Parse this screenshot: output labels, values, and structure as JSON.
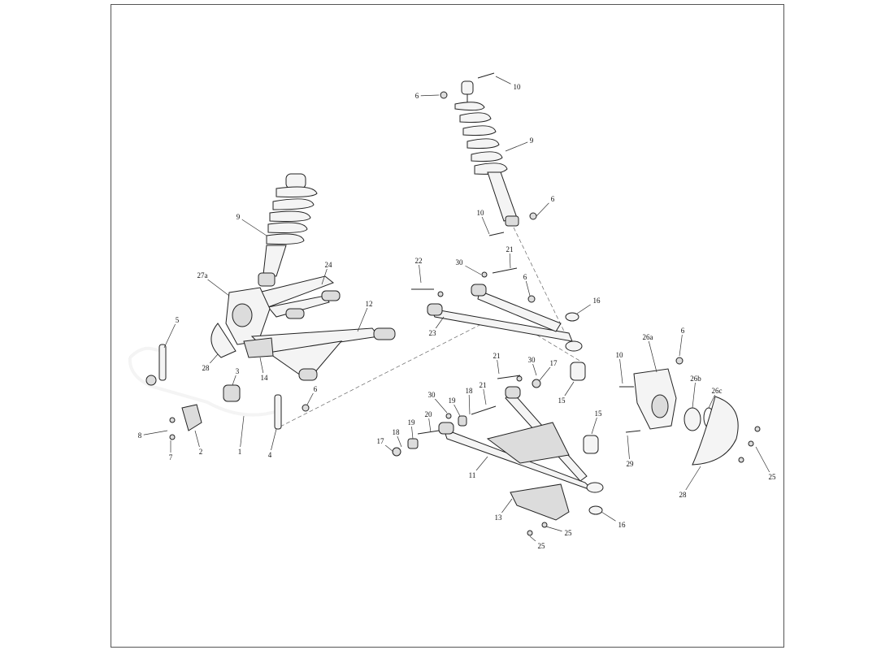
{
  "callouts": [
    {
      "id": "c-10-top",
      "text": "10"
    },
    {
      "id": "c-6-top",
      "text": "6"
    },
    {
      "id": "c-9-right",
      "text": "9"
    },
    {
      "id": "c-6-shock",
      "text": "6"
    },
    {
      "id": "c-10-shock",
      "text": "10"
    },
    {
      "id": "c-22",
      "text": "22"
    },
    {
      "id": "c-30-a",
      "text": "30"
    },
    {
      "id": "c-21-a",
      "text": "21"
    },
    {
      "id": "c-6-arm",
      "text": "6"
    },
    {
      "id": "c-16-top",
      "text": "16"
    },
    {
      "id": "c-23",
      "text": "23"
    },
    {
      "id": "c-9-left",
      "text": "9"
    },
    {
      "id": "c-24",
      "text": "24"
    },
    {
      "id": "c-27a",
      "text": "27a"
    },
    {
      "id": "c-12",
      "text": "12"
    },
    {
      "id": "c-5",
      "text": "5"
    },
    {
      "id": "c-28-left",
      "text": "28"
    },
    {
      "id": "c-14",
      "text": "14"
    },
    {
      "id": "c-3",
      "text": "3"
    },
    {
      "id": "c-6-left",
      "text": "6"
    },
    {
      "id": "c-8",
      "text": "8"
    },
    {
      "id": "c-7",
      "text": "7"
    },
    {
      "id": "c-2",
      "text": "2"
    },
    {
      "id": "c-1",
      "text": "1"
    },
    {
      "id": "c-4",
      "text": "4"
    },
    {
      "id": "c-21-b",
      "text": "21"
    },
    {
      "id": "c-30-b",
      "text": "30"
    },
    {
      "id": "c-17-a",
      "text": "17"
    },
    {
      "id": "c-21-c",
      "text": "21"
    },
    {
      "id": "c-15-a",
      "text": "15"
    },
    {
      "id": "c-30-c",
      "text": "30"
    },
    {
      "id": "c-19-a",
      "text": "19"
    },
    {
      "id": "c-18-a",
      "text": "18"
    },
    {
      "id": "c-20",
      "text": "20"
    },
    {
      "id": "c-19-b",
      "text": "19"
    },
    {
      "id": "c-18-b",
      "text": "18"
    },
    {
      "id": "c-17-b",
      "text": "17"
    },
    {
      "id": "c-15-b",
      "text": "15"
    },
    {
      "id": "c-11",
      "text": "11"
    },
    {
      "id": "c-13",
      "text": "13"
    },
    {
      "id": "c-25-a",
      "text": "25"
    },
    {
      "id": "c-25-b",
      "text": "25"
    },
    {
      "id": "c-16-bottom",
      "text": "16"
    },
    {
      "id": "c-26a",
      "text": "26a"
    },
    {
      "id": "c-6-knuckle",
      "text": "6"
    },
    {
      "id": "c-10-knuckle",
      "text": "10"
    },
    {
      "id": "c-26b",
      "text": "26b"
    },
    {
      "id": "c-26c",
      "text": "26c"
    },
    {
      "id": "c-29",
      "text": "29"
    },
    {
      "id": "c-25-c",
      "text": "25"
    },
    {
      "id": "c-28-right",
      "text": "28"
    }
  ]
}
